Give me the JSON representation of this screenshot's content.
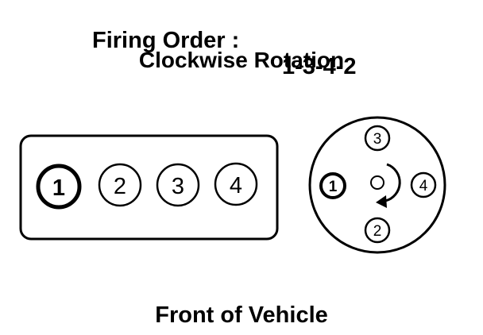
{
  "header": {
    "firing_order_label": "Firing Order :",
    "firing_order_value": "1-3-4-2",
    "rotation": "Clockwise Rotation"
  },
  "engine_block": {
    "cylinders": [
      "1",
      "2",
      "3",
      "4"
    ]
  },
  "distributor_cap": {
    "terminal_top": "3",
    "terminal_left": "1",
    "terminal_right": "4",
    "terminal_bottom": "2",
    "rotation_direction": "clockwise"
  },
  "footer": {
    "front_label": "Front of Vehicle"
  }
}
